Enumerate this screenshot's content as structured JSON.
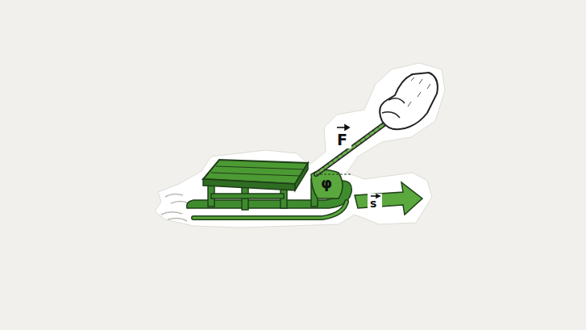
{
  "diagram": {
    "labels": [
      "F",
      "s",
      "φ"
    ]
  }
}
